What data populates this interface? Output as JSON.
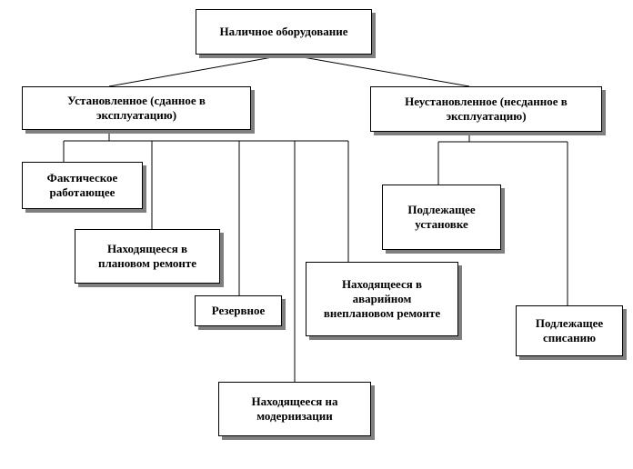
{
  "diagram": {
    "root": "Наличное оборудование",
    "installed": "Установленное (сданное в эксплуатацию)",
    "uninstalled": "Неустановленное (несданное в эксплуатацию)",
    "actual_working": "Фактическое работающее",
    "planned_repair": "Находящееся в плановом ремонте",
    "reserve": "Резервное",
    "modernization": "Находящееся на модернизации",
    "emergency_repair": "Находящееся в аварийном внеплановом ремонте",
    "to_install": "Подлежащее установке",
    "to_write_off": "Подлежащее списанию"
  }
}
